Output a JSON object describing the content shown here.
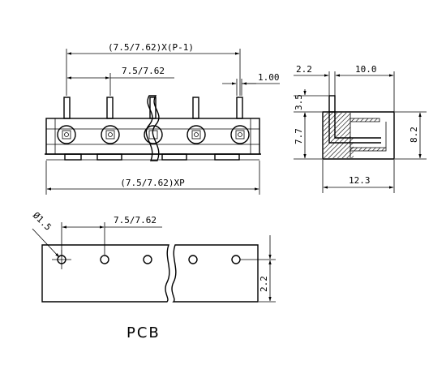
{
  "front_view": {
    "overall_pitch_dim": "(7.5/7.62)X(P-1)",
    "pitch_dim": "7.5/7.62",
    "pin_width_dim": "1.00",
    "total_length_dim": "(7.5/7.62)XP"
  },
  "side_view": {
    "top_left_dim": "2.2",
    "top_right_dim": "10.0",
    "pin_height_dim": "3.5",
    "body_height_dim": "7.7",
    "right_height_dim": "8.2",
    "bottom_width_dim": "12.3"
  },
  "pcb_view": {
    "hole_diameter_dim": "Ø1.5",
    "hole_pitch_dim": "7.5/7.62",
    "edge_offset_dim": "2.2",
    "title": "PCB"
  }
}
